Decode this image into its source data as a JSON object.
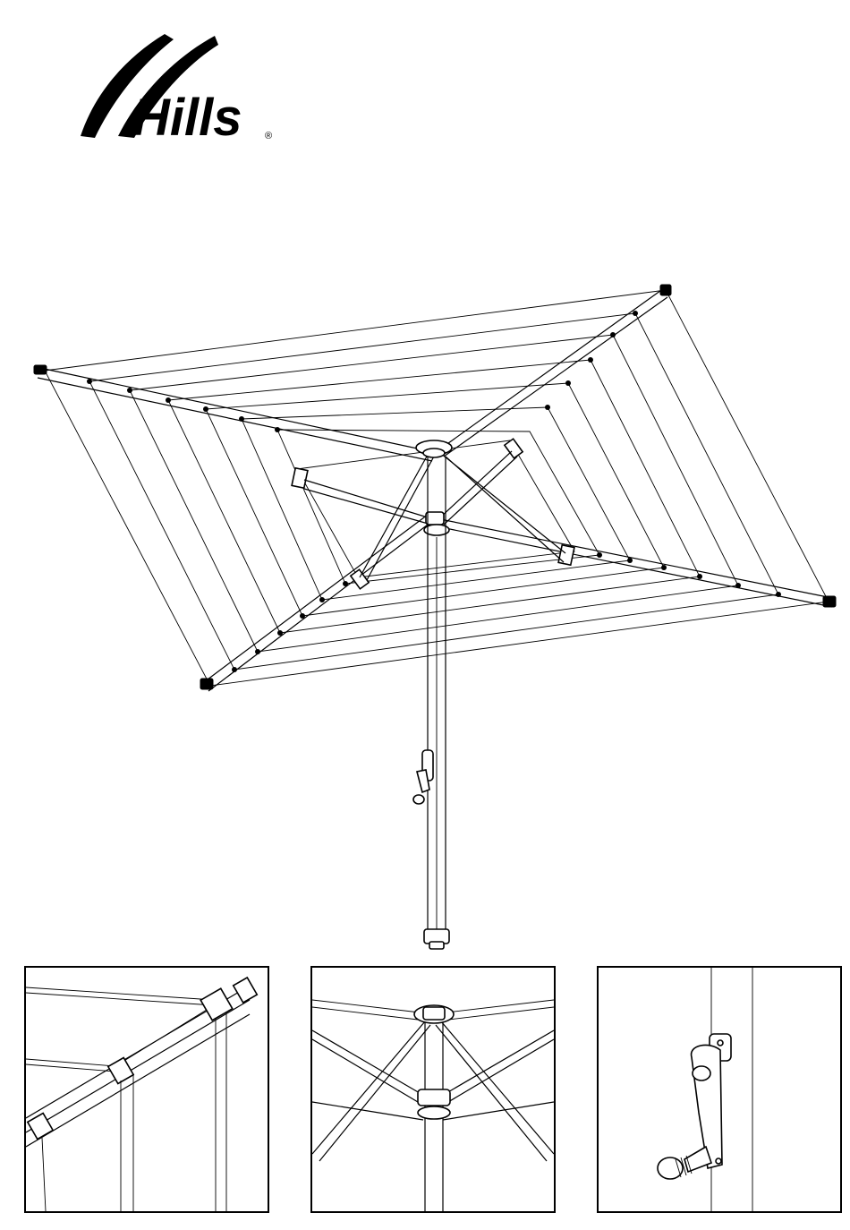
{
  "brand": {
    "name": "Hills",
    "registered_mark": "®",
    "color": "#000000"
  },
  "illustration": {
    "main": "rotary-clothesline-hero",
    "details": [
      "arm-end-cap-detail",
      "hub-and-stay-detail",
      "winder-handle-detail"
    ]
  }
}
